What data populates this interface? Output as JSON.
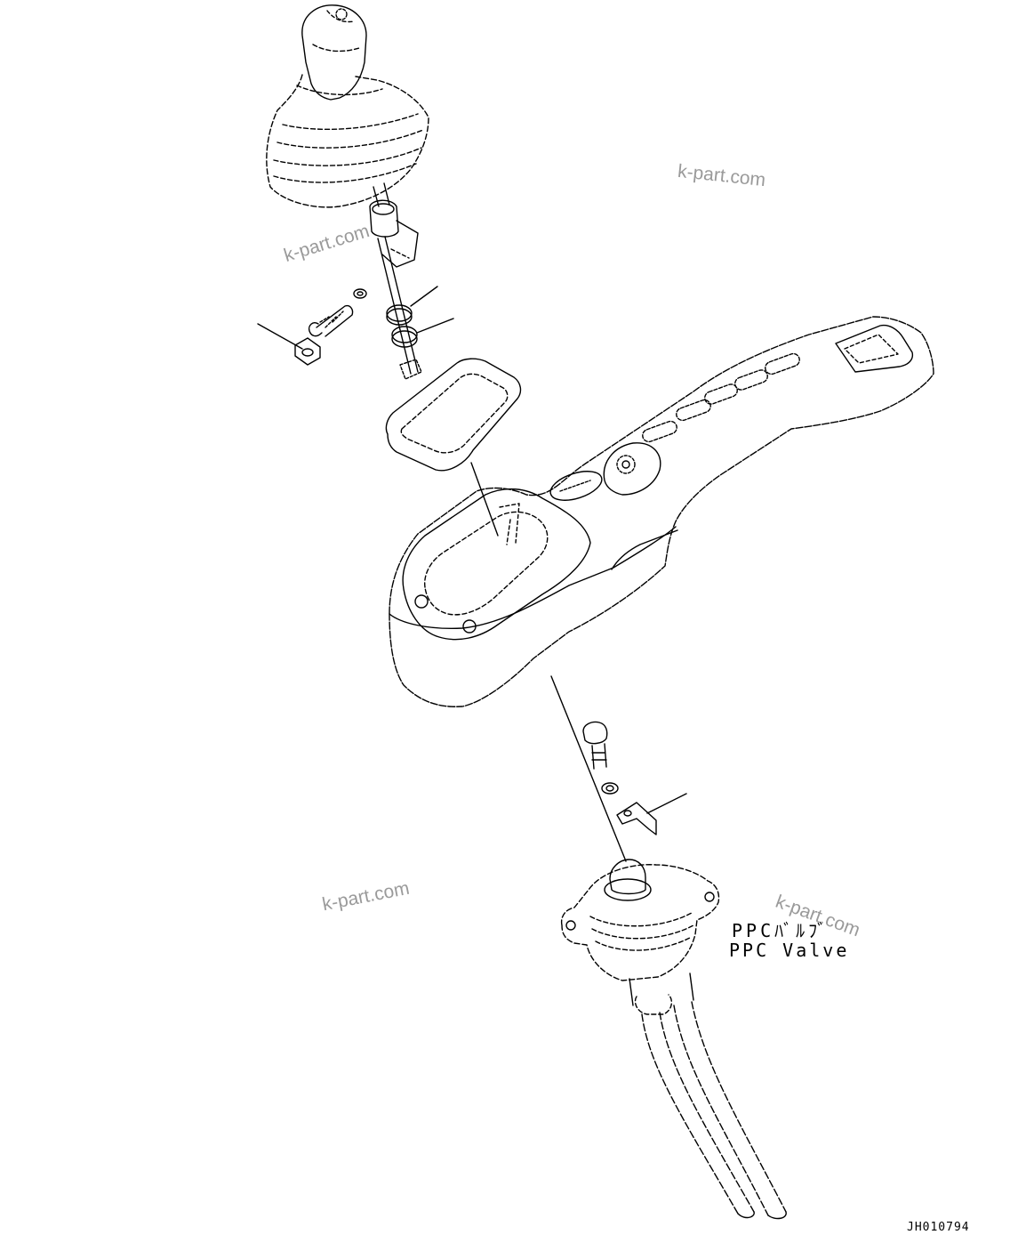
{
  "labels": {
    "ppc_valve_jp": "PPCﾊﾞﾙﾌﾞ",
    "ppc_valve_en": "PPC Valve",
    "drawing_code": "JH010794"
  },
  "watermarks": [
    "k-part.com",
    "k-part.com",
    "k-part.com",
    "k-part.com"
  ],
  "colors": {
    "line": "#000000",
    "background": "#ffffff",
    "watermark": "#9a9a9a"
  }
}
